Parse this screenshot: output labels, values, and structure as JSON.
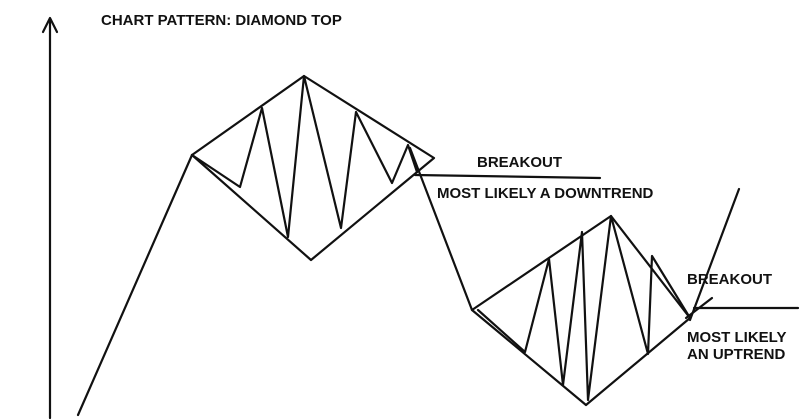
{
  "title": "CHART PATTERN: DIAMOND TOP",
  "annotations": {
    "top_breakout": "BREAKOUT",
    "top_outcome": "MOST LIKELY A DOWNTREND",
    "bottom_breakout": "BREAKOUT",
    "bottom_outcome_line1": "MOST LIKELY",
    "bottom_outcome_line2": "AN UPTREND"
  },
  "colors": {
    "ink": "#111111",
    "background": "#ffffff"
  }
}
